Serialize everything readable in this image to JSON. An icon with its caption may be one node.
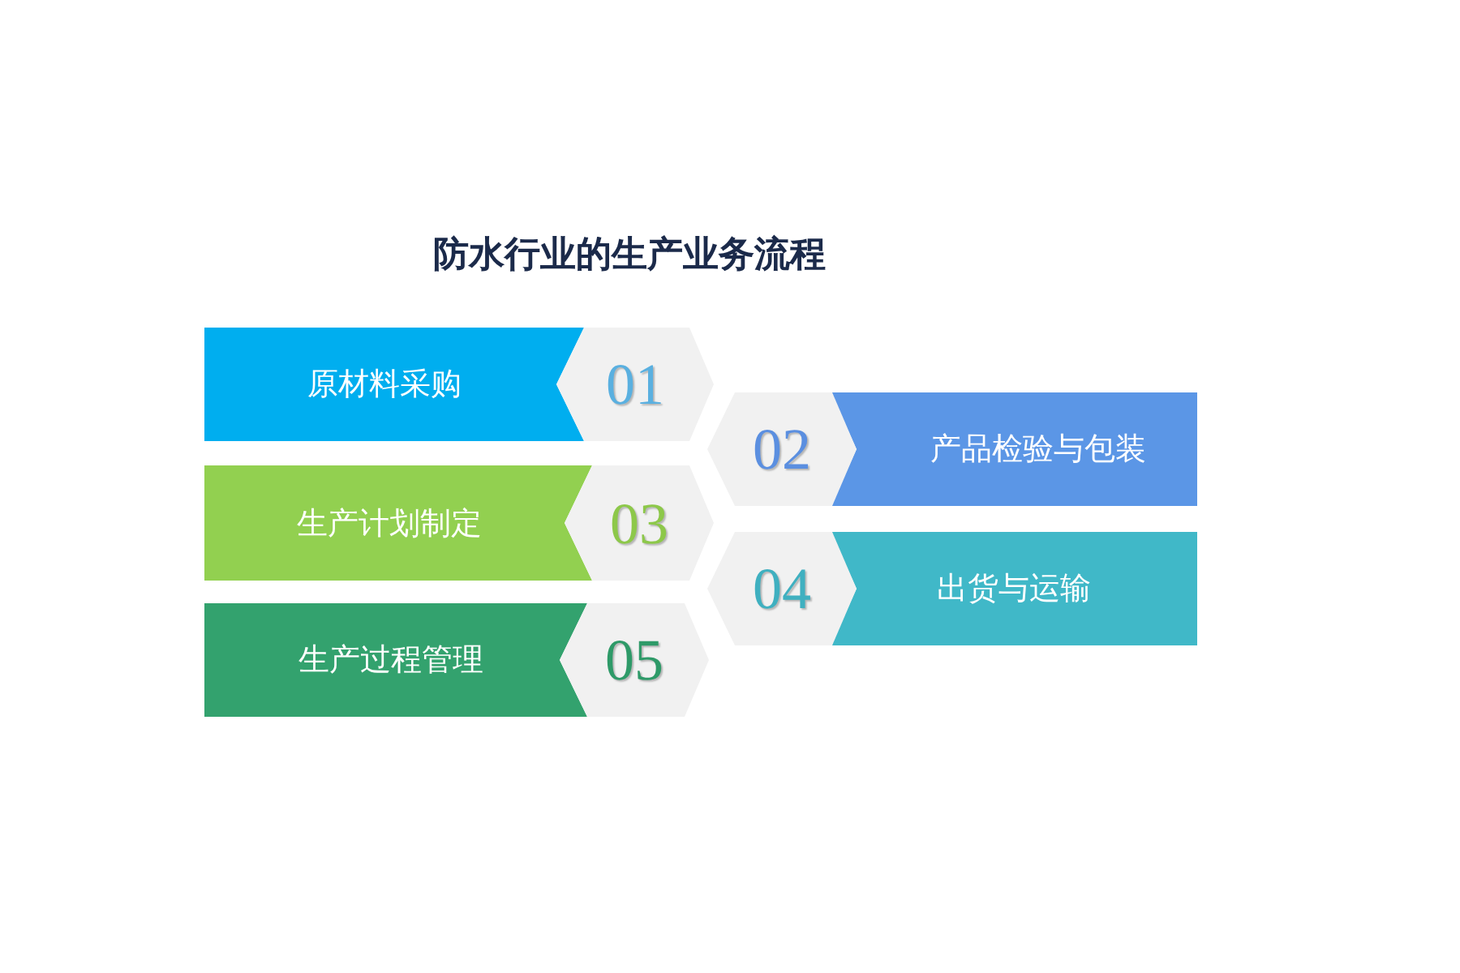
{
  "diagram": {
    "title": "防水行业的生产业务流程",
    "nodes": [
      {
        "text": [
          "原材料采购"
        ]
      },
      {
        "text": [
          "01"
        ]
      },
      {
        "text": [
          "02"
        ]
      },
      {
        "text": [
          "产品检验与包装"
        ]
      },
      {
        "text": [
          "生产计划制定"
        ]
      },
      {
        "text": [
          "03"
        ]
      },
      {
        "text": [
          "04"
        ]
      },
      {
        "text": [
          "出货与运输"
        ]
      },
      {
        "text": [
          "生产过程管理"
        ]
      },
      {
        "text": [
          "05"
        ]
      }
    ],
    "edges": []
  }
}
